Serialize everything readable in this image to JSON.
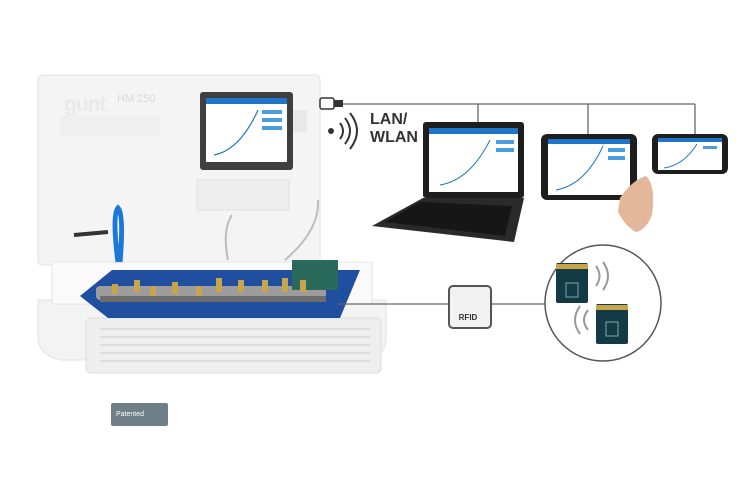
{
  "connectivity": {
    "label_line1": "LAN/",
    "label_line2": "WLAN"
  },
  "rfid": {
    "label": "RFID"
  },
  "device": {
    "brand": "gunt",
    "model": "HM 250"
  },
  "badge": {
    "label": "Patented"
  },
  "colors": {
    "line": "#666666",
    "accent_blue": "#1f76c8",
    "panel_bg": "#f3f3f3",
    "board_dark": "#123b46"
  },
  "icons": [
    "usb-plug-icon",
    "wireless-signal-icon",
    "rfid-icon",
    "patented-check-icon"
  ]
}
